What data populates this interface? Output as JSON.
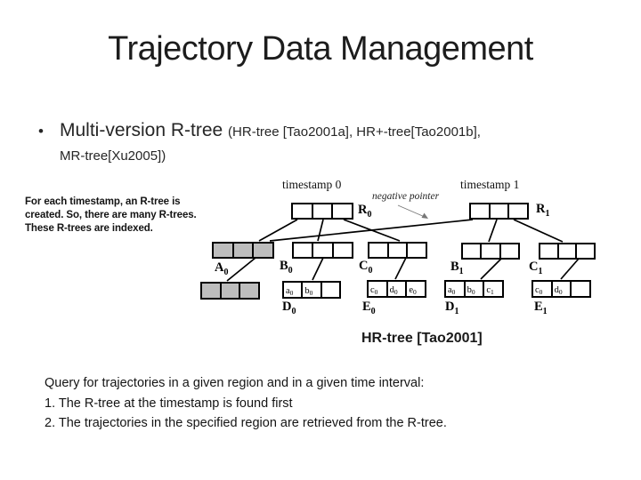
{
  "slide": {
    "title": "Trajectory Data Management",
    "bullet_glyph": "•",
    "bullet_main": "Multi-version R-tree ",
    "bullet_detail1": "(HR-tree [Tao2001a], HR+-tree[Tao2001b],",
    "bullet_detail2": "MR-tree[Xu2005])",
    "note": "For each timestamp, an R-tree is\ncreated. So, there are many R-trees.\nThese R-trees are indexed.",
    "query": "Query for trajectories in a given region and in a given time interval:\n1. The R-tree at the timestamp is found first\n2. The trajectories in the specified region are retrieved from the R-tree."
  },
  "diagram": {
    "timestamp0": "timestamp 0",
    "timestamp1": "timestamp 1",
    "negative_pointer": "negative pointer",
    "caption": "HR-tree [Tao2001]",
    "colors": {
      "node_gray": "#bdbdbd",
      "edge": "#000000"
    },
    "labels": {
      "r0": {
        "l": "R",
        "s": "0"
      },
      "r1": {
        "l": "R",
        "s": "1"
      },
      "a0": {
        "l": "A",
        "s": "0"
      },
      "b0": {
        "l": "B",
        "s": "0"
      },
      "c0": {
        "l": "C",
        "s": "0"
      },
      "b1": {
        "l": "B",
        "s": "1"
      },
      "c1": {
        "l": "C",
        "s": "1"
      },
      "d0": {
        "l": "D",
        "s": "0"
      },
      "e0": {
        "l": "E",
        "s": "0"
      },
      "d1": {
        "l": "D",
        "s": "1"
      },
      "e1": {
        "l": "E",
        "s": "1"
      }
    },
    "leaves": {
      "d0": {
        "c1l": "a",
        "c1s": "0",
        "c2l": "b",
        "c2s": "0",
        "c3l": "",
        "c3s": ""
      },
      "e0": {
        "c1l": "c",
        "c1s": "0",
        "c2l": "d",
        "c2s": "0",
        "c3l": "e",
        "c3s": "0"
      },
      "d1": {
        "c1l": "a",
        "c1s": "0",
        "c2l": "b",
        "c2s": "0",
        "c3l": "c",
        "c3s": "1"
      },
      "e1": {
        "c1l": "c",
        "c1s": "0",
        "c2l": "d",
        "c2s": "0",
        "c3l": "",
        "c3s": ""
      }
    }
  }
}
